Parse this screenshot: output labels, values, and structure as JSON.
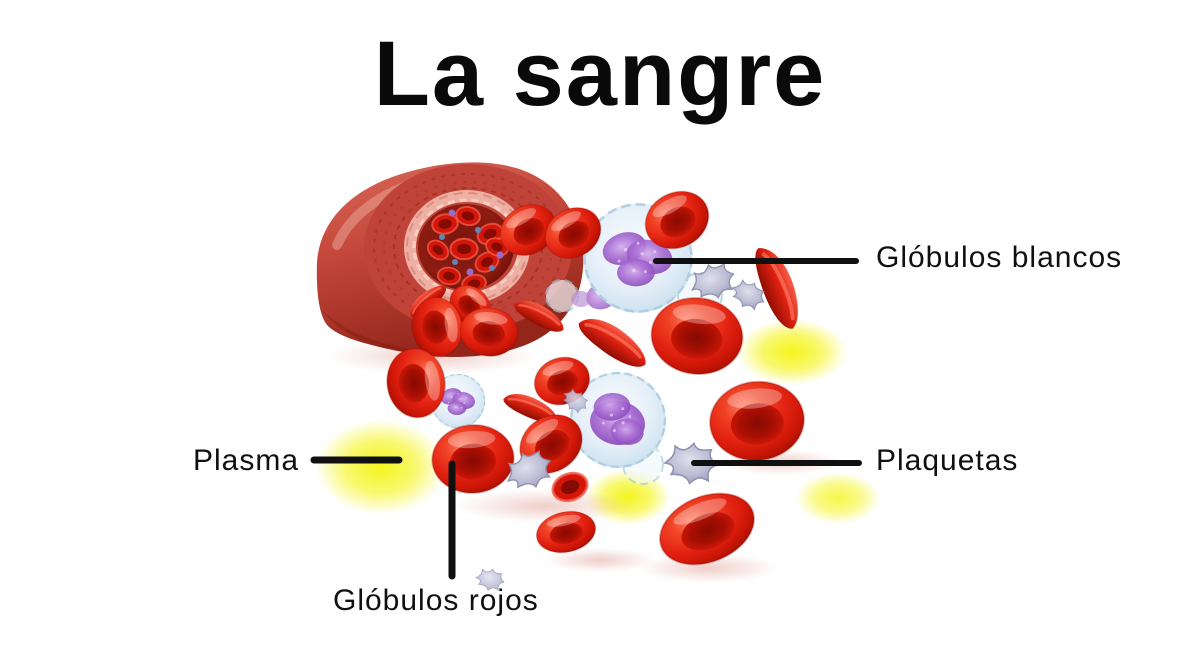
{
  "title": "La sangre",
  "callouts": {
    "white_cells": {
      "label": "Glóbulos blancos"
    },
    "plasma": {
      "label": "Plasma"
    },
    "platelets": {
      "label": "Plaquetas"
    },
    "red_cells": {
      "label": "Glóbulos rojos"
    }
  },
  "colors": {
    "background": "#ffffff",
    "title_text": "#0a0a0a",
    "label_text": "#101010",
    "connector_line": "#101010",
    "red_cell": "#e42312",
    "red_cell_dark": "#8e0e05",
    "vessel_wall": "#bf4338",
    "vessel_inner_ring": "#eeb0a2",
    "vessel_lumen": "#7c150c",
    "white_cell_body": "#e7f0f9",
    "white_cell_nucleus": "#9b59c8",
    "platelet": "#b9bad2",
    "plasma_glow": "#f4f412"
  }
}
